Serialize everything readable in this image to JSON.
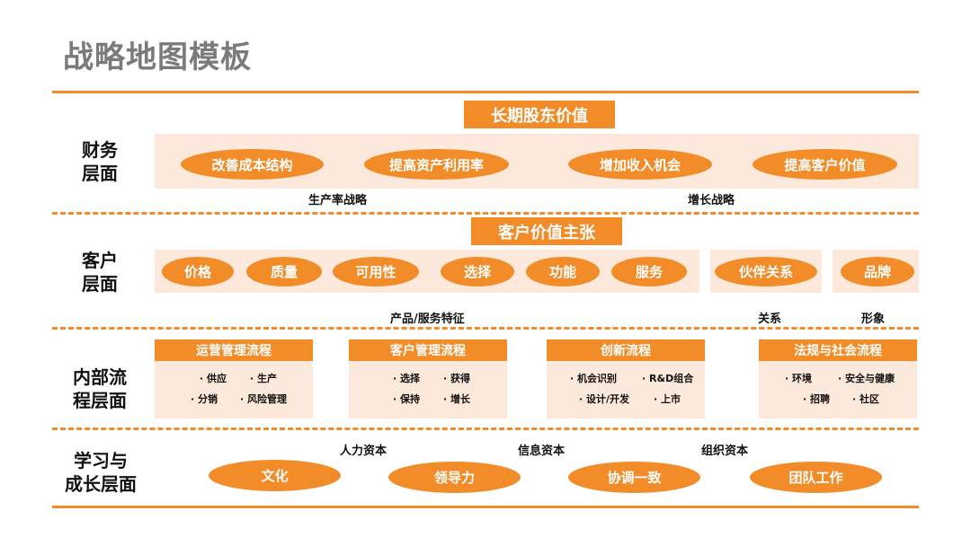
{
  "title": "战略地图模板",
  "colors": {
    "accent": "#f28c28",
    "panel": "#fde9dc",
    "title_gray": "#7a7a7a"
  },
  "financial": {
    "label_1": "财务",
    "label_2": "层面",
    "banner": "长期股东价值",
    "pills": [
      "改善成本结构",
      "提高资产利用率",
      "增加收入机会",
      "提高客户价值"
    ],
    "captions": [
      "生产率战略",
      "增长战略"
    ]
  },
  "customer": {
    "label_1": "客户",
    "label_2": "层面",
    "banner": "客户价值主张",
    "pills": [
      "价格",
      "质量",
      "可用性",
      "选择",
      "功能",
      "服务",
      "伙伴关系",
      "品牌"
    ],
    "captions": [
      "产品/服务特征",
      "关系",
      "形象"
    ]
  },
  "internal": {
    "label_1": "内部流",
    "label_2": "程层面",
    "processes": [
      {
        "head": "运营管理流程",
        "items": [
          "· 供应",
          "· 生产",
          "· 分销",
          "· 风险管理"
        ]
      },
      {
        "head": "客户管理流程",
        "items": [
          "· 选择",
          "· 获得",
          "· 保持",
          "· 增长"
        ]
      },
      {
        "head": "创新流程",
        "items": [
          "· 机会识别",
          "· R&D组合",
          "· 设计/开发",
          "· 上市"
        ]
      },
      {
        "head": "法规与社会流程",
        "items": [
          "· 环境",
          "· 安全与健康",
          "· 招聘",
          "· 社区"
        ]
      }
    ]
  },
  "learning": {
    "label_1": "学习与",
    "label_2": "成长层面",
    "captions": [
      "人力资本",
      "信息资本",
      "组织资本"
    ],
    "pills": [
      "文化",
      "领导力",
      "协调一致",
      "团队工作"
    ]
  }
}
